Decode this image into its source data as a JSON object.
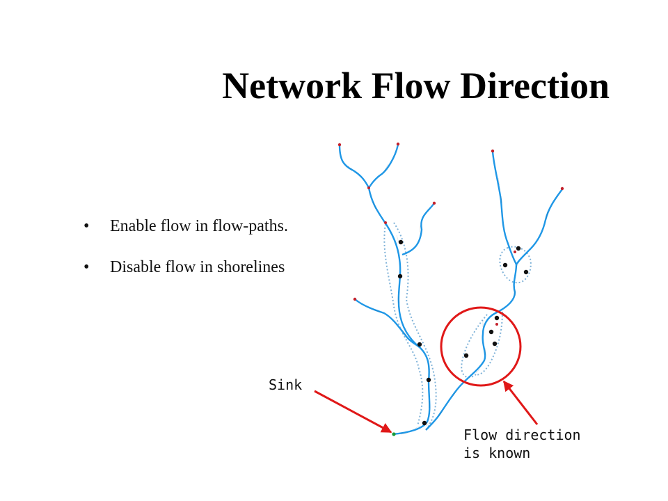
{
  "slide": {
    "title": "Network Flow Direction",
    "bullets": [
      "Enable flow in flow-paths.",
      "Disable flow in shorelines"
    ],
    "bullet_glyph": "•",
    "labels": {
      "sink": "Sink",
      "flow_line1": "Flow direction",
      "flow_line2": "is known"
    }
  },
  "colors": {
    "stream": "#1f97e6",
    "shoreline": "#7fb2d8",
    "annotation": "#e01818",
    "node_endpoint": "#c4202a",
    "node_junction": "#111111",
    "sink_node": "#1a9a3a"
  }
}
